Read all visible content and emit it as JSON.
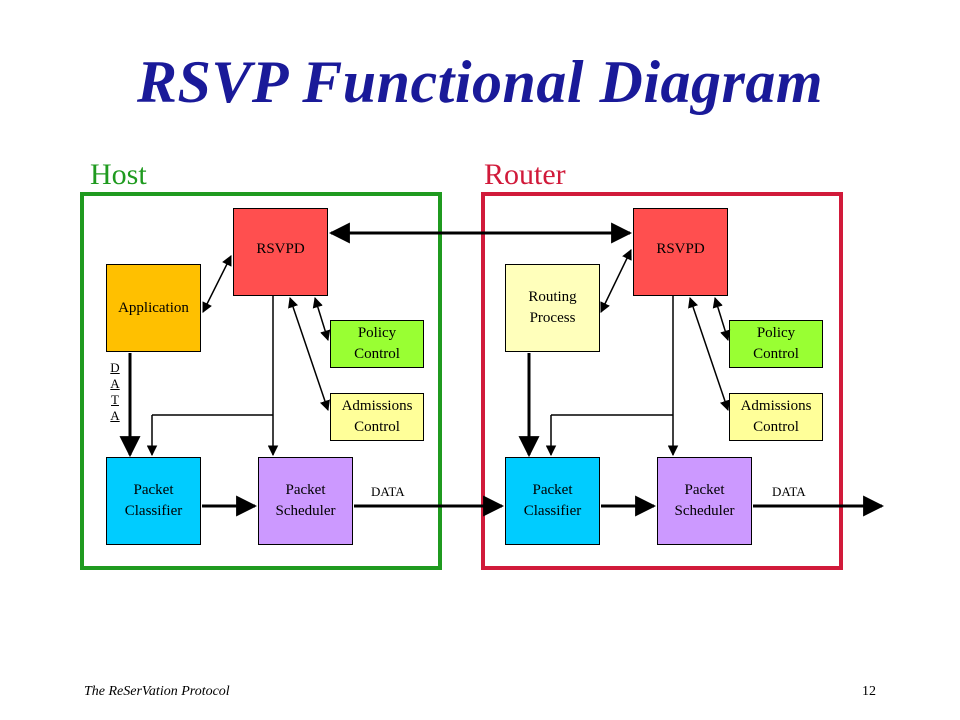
{
  "title": "RSVP Functional Diagram",
  "host": {
    "label": "Host",
    "rsvpd": "RSVPD",
    "application": "Application",
    "policy": "Policy\nControl",
    "admissions": "Admissions\nControl",
    "classifier": "Packet\nClassifier",
    "scheduler": "Packet\nScheduler",
    "data_vertical": "D\nA\nT\nA",
    "data_label": "DATA"
  },
  "router": {
    "label": "Router",
    "rsvpd": "RSVPD",
    "routing": "Routing\nProcess",
    "policy": "Policy\nControl",
    "admissions": "Admissions\nControl",
    "classifier": "Packet\nClassifier",
    "scheduler": "Packet\nScheduler",
    "data_label": "DATA"
  },
  "footer": {
    "left": "The ReSerVation Protocol",
    "page_number": "12"
  },
  "colors": {
    "title": "#1a1a99",
    "host": "#1f9a1f",
    "router": "#d11a3a",
    "rsvpd": "#ff4f4f",
    "application": "#ffc000",
    "routing": "#ffffbb",
    "policy": "#99ff33",
    "admissions": "#ffff99",
    "classifier": "#00ccff",
    "scheduler": "#cc99ff"
  }
}
